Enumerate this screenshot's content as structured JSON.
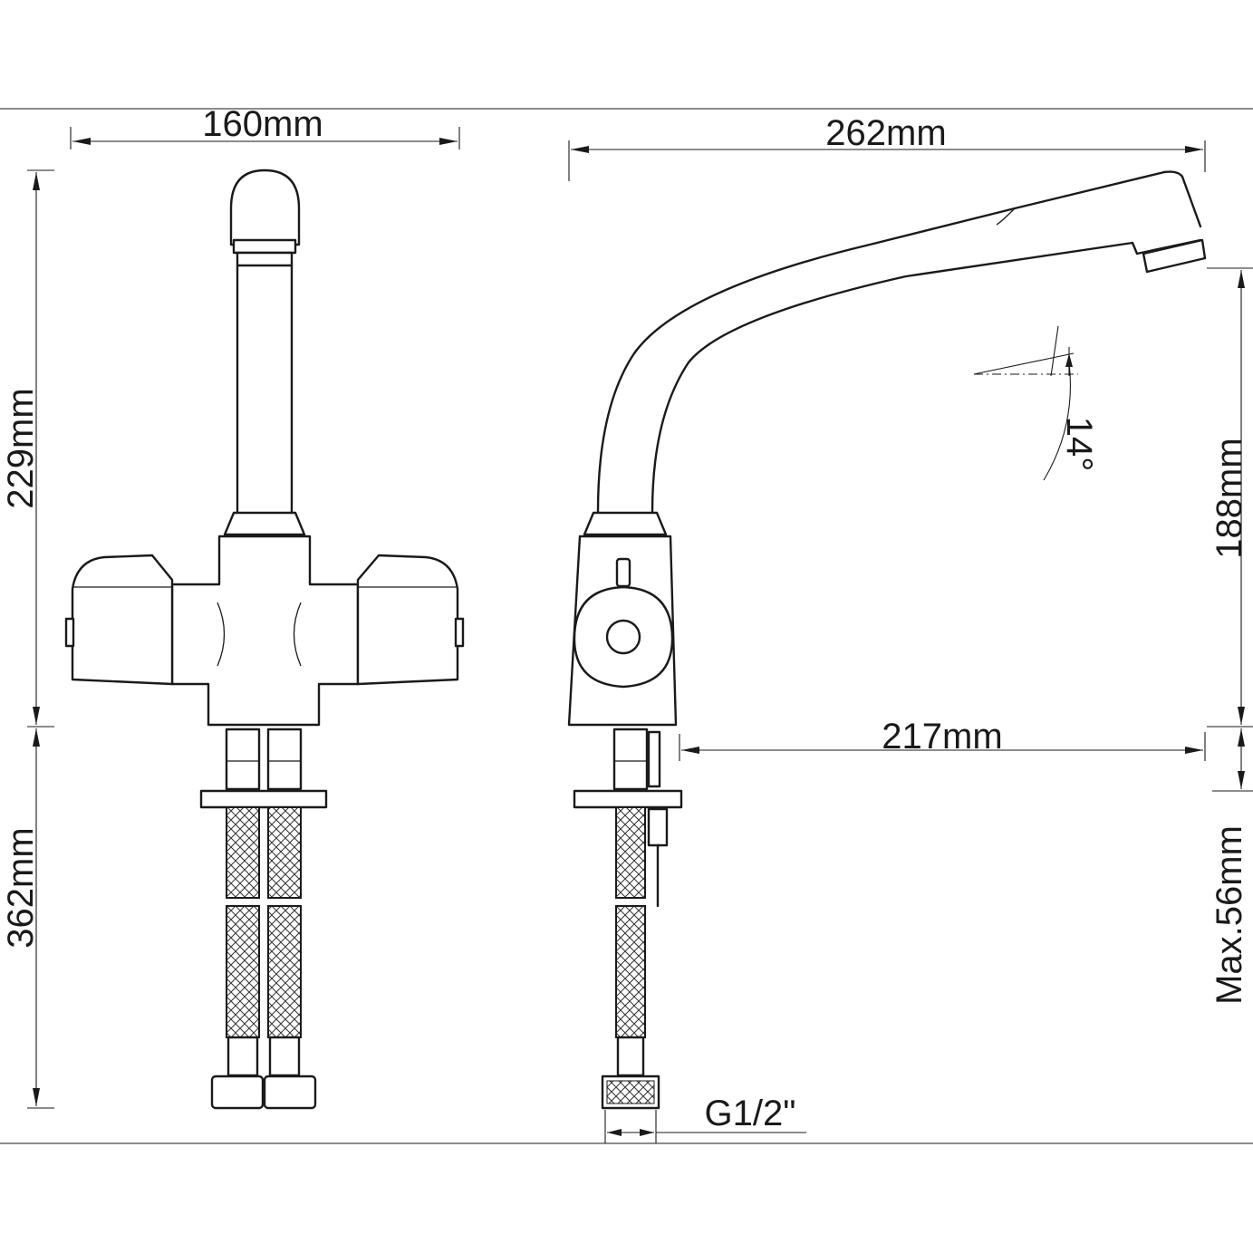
{
  "dimensions": {
    "front_width": "160mm",
    "front_height": "229mm",
    "hose_length": "362mm",
    "side_reach": "262mm",
    "spout_height": "188mm",
    "spout_angle": "14°",
    "spout_projection": "217mm",
    "max_counter": "Max.56mm",
    "thread": "G1/2\""
  }
}
